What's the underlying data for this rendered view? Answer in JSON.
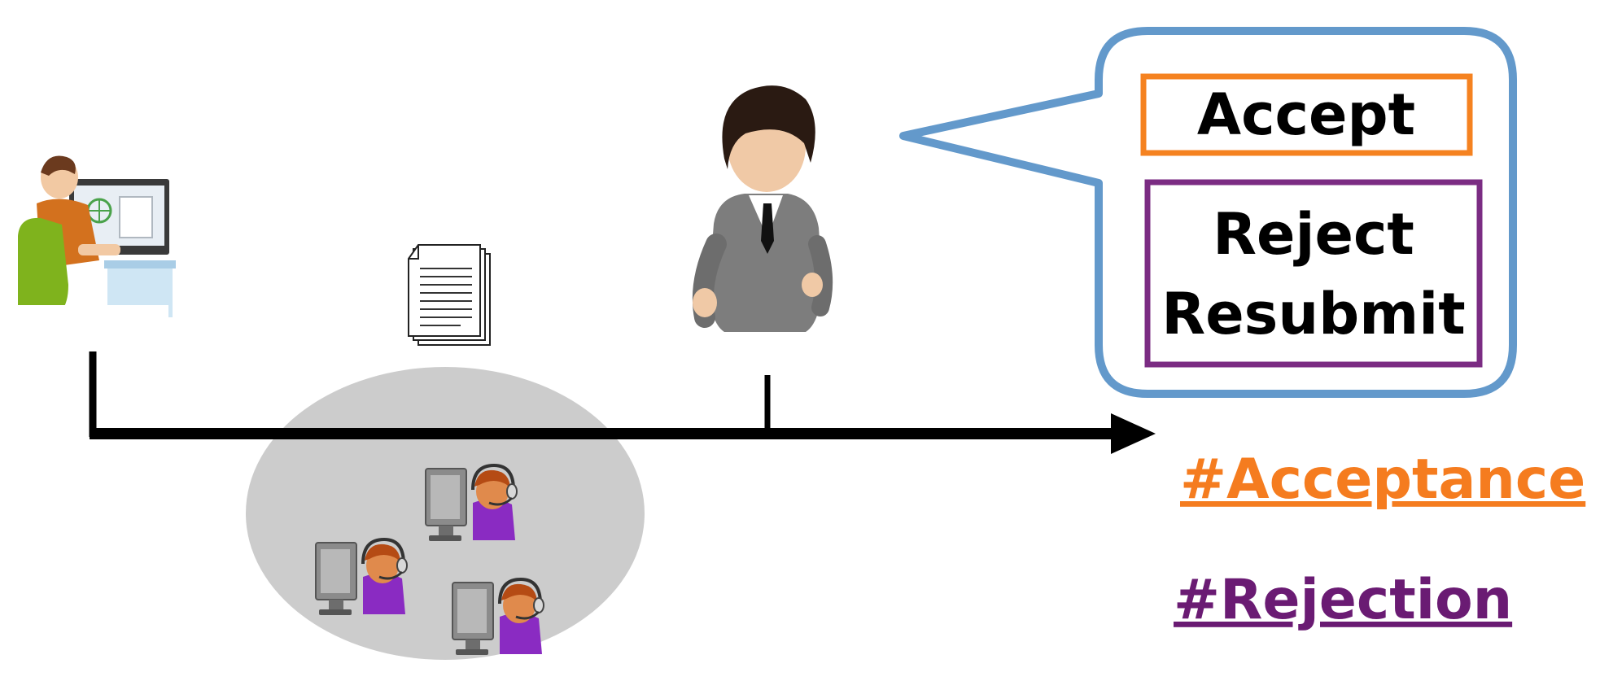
{
  "decision_box": {
    "accept_label": "Accept",
    "reject_label": "Reject",
    "resubmit_label": "Resubmit"
  },
  "tags": {
    "acceptance": "#Acceptance",
    "rejection": "#Rejection"
  },
  "icons": {
    "author": "author-at-computer-icon",
    "document": "document-stack-icon",
    "editor": "editor-person-icon",
    "reviewers": "reviewer-headset-icon"
  },
  "colors": {
    "callout_border": "#6399cb",
    "accept_border": "#f58220",
    "reject_border": "#7b2c83",
    "acceptance_text": "#f57c1f",
    "rejection_text": "#6a1b73",
    "timeline": "#000000",
    "reviewer_pool": "#c8c8c8"
  }
}
